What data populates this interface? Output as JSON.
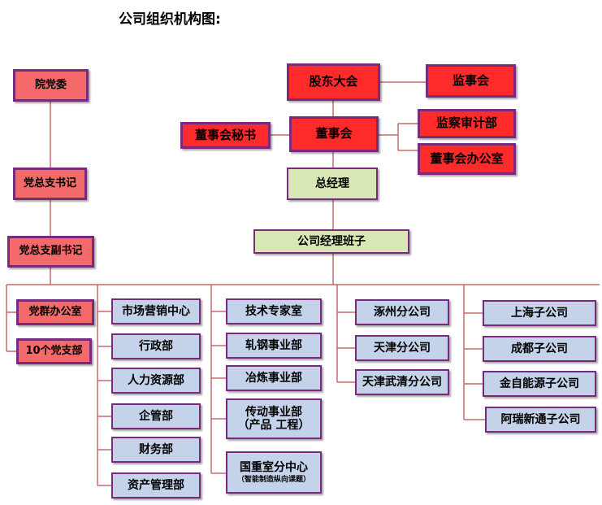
{
  "title": "公司组织机构图:",
  "colors": {
    "governance": "#ff2b2b",
    "party": "#f46a6a",
    "management": "#d8e8b4",
    "department": "#c4d3ea",
    "border": "#7a2a7a",
    "line": "#c56b6b"
  },
  "party": {
    "committee": "院党委",
    "secretary": "党总支书记",
    "deputy_secretary": "党总支副书记"
  },
  "governance": {
    "shareholders": "股东大会",
    "supervisory_board": "监事会",
    "board": "董事会",
    "board_secretary": "董事会秘书",
    "audit_dept": "监察审计部",
    "board_office": "董事会办公室"
  },
  "management": {
    "general_manager": "总经理",
    "manager_team": "公司经理班子"
  },
  "column1": [
    "党群办公室",
    "10个党支部"
  ],
  "column2": [
    "市场营销中心",
    "行政部",
    "人力资源部",
    "企管部",
    "财务部",
    "资产管理部"
  ],
  "column3": {
    "tech": "技术专家室",
    "rolling": "轧钢事业部",
    "smelting": "冶炼事业部",
    "transmission_line1": "传动事业部",
    "transmission_line2": "（产品 工程）",
    "lab_line1": "国重室分中心",
    "lab_line2": "（智能制造纵向课题）"
  },
  "column4": [
    "涿州分公司",
    "天津分公司",
    "天津武清分公司"
  ],
  "column5": [
    "上海子公司",
    "成都子公司",
    "金自能源子公司",
    "阿瑞新通子公司"
  ]
}
